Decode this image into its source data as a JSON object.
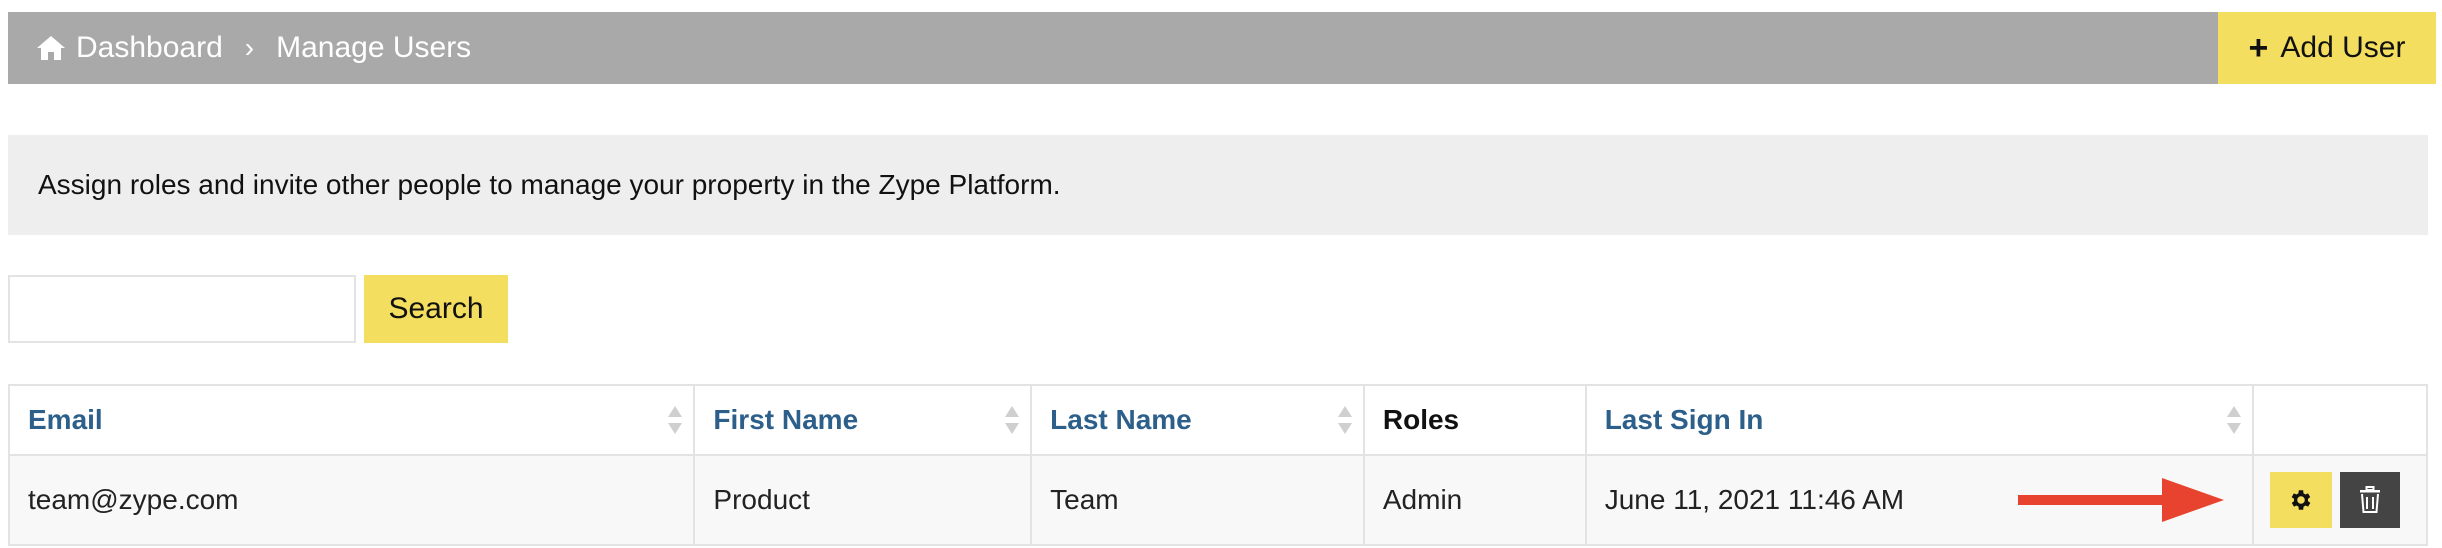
{
  "breadcrumb": {
    "home_icon": "home-icon",
    "items": [
      "Dashboard",
      "Manage Users"
    ],
    "separator": "›"
  },
  "header_actions": {
    "add_user_icon": "plus-icon",
    "add_user_label": "Add User"
  },
  "info": {
    "text": "Assign roles and invite other people to manage your property in the Zype Platform."
  },
  "search": {
    "value": "",
    "button_label": "Search"
  },
  "table": {
    "columns": [
      {
        "label": "Email",
        "sortable": true
      },
      {
        "label": "First Name",
        "sortable": true
      },
      {
        "label": "Last Name",
        "sortable": true
      },
      {
        "label": "Roles",
        "sortable": false
      },
      {
        "label": "Last Sign In",
        "sortable": true
      },
      {
        "label": "",
        "sortable": false
      }
    ],
    "rows": [
      {
        "email": "team@zype.com",
        "first_name": "Product",
        "last_name": "Team",
        "roles": "Admin",
        "last_sign_in": "June 11, 2021 11:46 AM",
        "actions": [
          "gear-icon",
          "trash-icon"
        ]
      }
    ]
  },
  "colors": {
    "topbar": "#a9a9a9",
    "accent_yellow": "#f4de5f",
    "link_blue": "#2c5f8a",
    "info_bg": "#eeeeee",
    "delete_button": "#444444",
    "arrow_red": "#e8432e"
  }
}
